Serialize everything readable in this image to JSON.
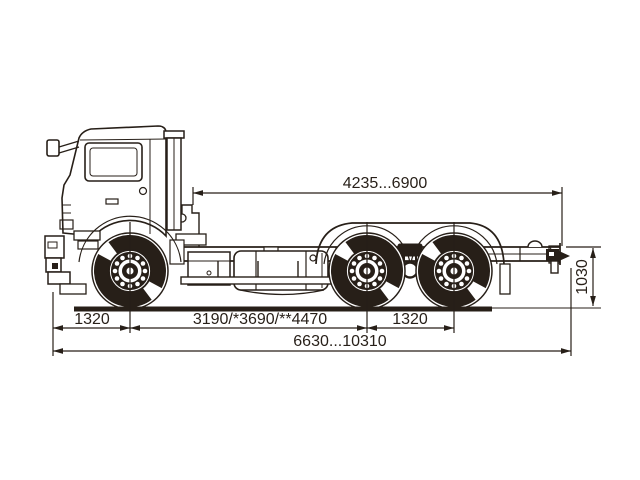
{
  "colors": {
    "ink": "#271f18",
    "background": "#ffffff"
  },
  "dimensions": {
    "rear_frame_length": "4235...6900",
    "frame_height": "1030",
    "front_overhang_to_axle": "1320",
    "wheelbase": "3190/*3690/**4470",
    "rear_axle_spread": "1320",
    "overall_length": "6630...10310"
  }
}
